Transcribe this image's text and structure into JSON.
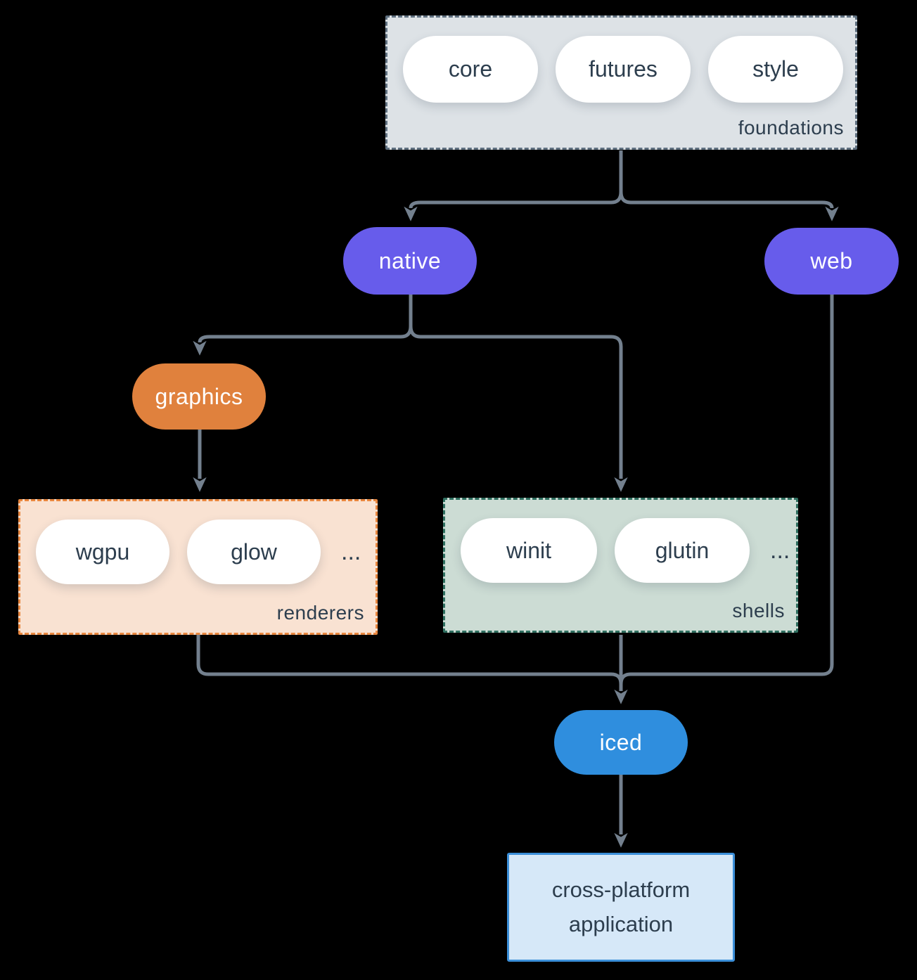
{
  "colors": {
    "background": "#000000",
    "arrow": "#73808e",
    "dark_text": "#2d3e4e",
    "pill_fill": "#ffffff",
    "purple_node": "#675ceb",
    "orange_node": "#e0813d",
    "blue_node": "#2f8ede",
    "foundations_fill": "#dde2e6",
    "foundations_border": "#5f7080",
    "renderers_fill": "#f9e2d2",
    "renderers_border": "#e8863e",
    "shells_fill": "#ccdcd4",
    "shells_border": "#2f6f60",
    "application_fill": "#d6e8f8",
    "application_border": "#3b8fd9"
  },
  "groups": {
    "foundations": {
      "label": "foundations",
      "items": [
        "core",
        "futures",
        "style"
      ]
    },
    "renderers": {
      "label": "renderers",
      "items": [
        "wgpu",
        "glow"
      ],
      "more": "..."
    },
    "shells": {
      "label": "shells",
      "items": [
        "winit",
        "glutin"
      ],
      "more": "..."
    }
  },
  "nodes": {
    "native": "native",
    "web": "web",
    "graphics": "graphics",
    "iced": "iced",
    "application": {
      "line1": "cross-platform",
      "line2": "application"
    }
  }
}
